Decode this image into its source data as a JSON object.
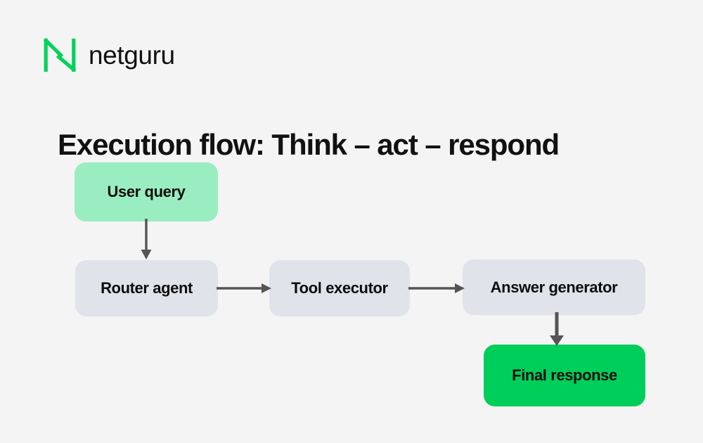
{
  "brand": {
    "logo_icon": "netguru-n-logo-icon",
    "name": "netguru",
    "logo_color": "#00d25a"
  },
  "title": "Execution flow: Think – act – respond",
  "background_color": "#f4f4f4",
  "diagram": {
    "nodes": [
      {
        "id": "user-query",
        "label": "User query",
        "color": "#9aedc0"
      },
      {
        "id": "router-agent",
        "label": "Router agent",
        "color": "#e0e3e9"
      },
      {
        "id": "tool-executor",
        "label": "Tool executor",
        "color": "#e0e3e9"
      },
      {
        "id": "answer-generator",
        "label": "Answer generator",
        "color": "#e0e3e9"
      },
      {
        "id": "final-response",
        "label": "Final response",
        "color": "#00ce5a"
      }
    ],
    "edges": [
      {
        "from": "user-query",
        "to": "router-agent",
        "direction": "down"
      },
      {
        "from": "router-agent",
        "to": "tool-executor",
        "direction": "right"
      },
      {
        "from": "tool-executor",
        "to": "answer-generator",
        "direction": "right"
      },
      {
        "from": "answer-generator",
        "to": "final-response",
        "direction": "down"
      }
    ],
    "edge_color": "#555555"
  }
}
